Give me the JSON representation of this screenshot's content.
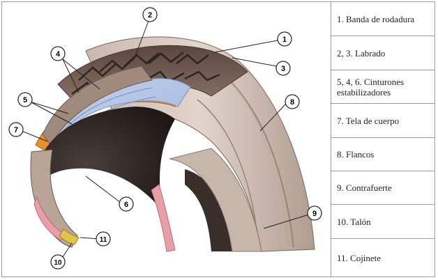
{
  "diagram": {
    "callouts": [
      "1",
      "2",
      "3",
      "4",
      "5",
      "6",
      "7",
      "8",
      "9",
      "10",
      "11"
    ]
  },
  "legend": {
    "rows": [
      "1. Banda de rodadura",
      "2, 3. Labrado",
      "5, 4, 6. Cinturones estabilizadores",
      "7. Tela de cuerpo",
      "8. Flancos",
      "9. Contrafuerte",
      "10. Talón",
      "11. Cojinete"
    ]
  },
  "colors": {
    "rubber": "#a89488",
    "rubber_dark": "#6e5a50",
    "belt_blue": "#b8c8e8",
    "body_ply_orange": "#e8902a",
    "bead_pink": "#e8a0a8",
    "inner_liner": "#2a2220"
  }
}
